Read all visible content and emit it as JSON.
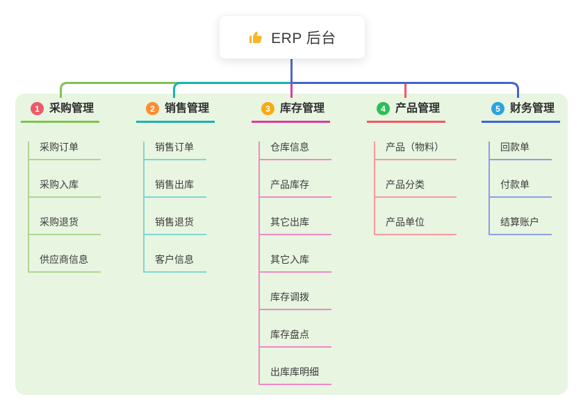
{
  "root": {
    "label": "ERP 后台",
    "icon": "thumbs-up-icon",
    "icon_color": "#f5b62c",
    "connector_color": "#5465c5"
  },
  "panel": {
    "background": "#e7f5e1"
  },
  "branches": [
    {
      "index": "1",
      "label": "采购管理",
      "badge_color": "#ee5a6a",
      "line_color": "#7fc24f",
      "child_line_color": "#aed692",
      "children": [
        "采购订单",
        "采购入库",
        "采购退货",
        "供应商信息"
      ]
    },
    {
      "index": "2",
      "label": "销售管理",
      "badge_color": "#fb8d34",
      "line_color": "#17b3ae",
      "child_line_color": "#7fd6cf",
      "children": [
        "销售订单",
        "销售出库",
        "销售退货",
        "客户信息"
      ]
    },
    {
      "index": "3",
      "label": "库存管理",
      "badge_color": "#f8ab10",
      "line_color": "#df3a9d",
      "child_line_color": "#f088c6",
      "children": [
        "仓库信息",
        "产品库存",
        "其它出库",
        "其它入库",
        "库存调拨",
        "库存盘点",
        "出库库明细"
      ]
    },
    {
      "index": "4",
      "label": "产品管理",
      "badge_color": "#2fbd57",
      "line_color": "#f65460",
      "child_line_color": "#f9989d",
      "children": [
        "产品（物料）",
        "产品分类",
        "产品单位"
      ]
    },
    {
      "index": "5",
      "label": "财务管理",
      "badge_color": "#2ba3df",
      "line_color": "#4064d0",
      "child_line_color": "#8e9de6",
      "children": [
        "回款单",
        "付款单",
        "结算账户"
      ]
    }
  ]
}
